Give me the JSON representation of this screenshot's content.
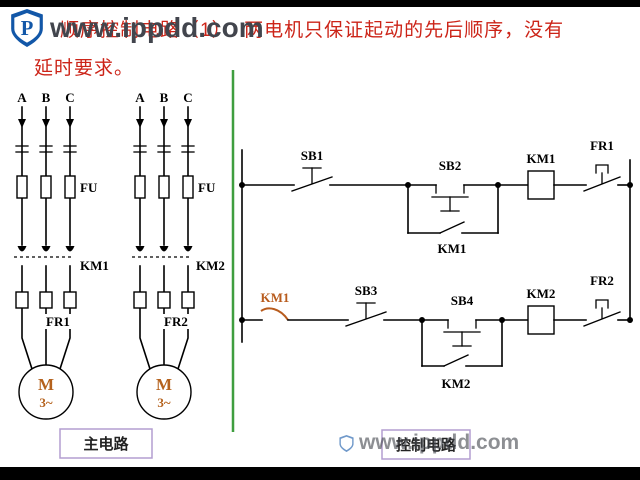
{
  "watermark": {
    "text": "www.ippdd.com",
    "logo_letter": "P"
  },
  "title": {
    "line1": "顺序控制电路（1）. 两电机只保证起动的先后顺序，没有",
    "line2": "延时要求。"
  },
  "main_circuit": {
    "caption": "主电路",
    "phases": [
      "A",
      "B",
      "C"
    ],
    "branch1": {
      "fuse": "FU",
      "contactor": "KM1",
      "relay": "FR1",
      "motor_letter": "M",
      "motor_phase": "3~"
    },
    "branch2": {
      "fuse": "FU",
      "contactor": "KM2",
      "relay": "FR2",
      "motor_letter": "M",
      "motor_phase": "3~"
    }
  },
  "control_circuit": {
    "caption": "控制电路",
    "rung1": {
      "stop_button": "SB1",
      "start_button": "SB2",
      "hold_contact": "KM1",
      "coil": "KM1",
      "thermal_contact": "FR1"
    },
    "rung2": {
      "interlock_contact": "KM1",
      "stop_button": "SB3",
      "start_button": "SB4",
      "hold_contact": "KM2",
      "coil": "KM2",
      "thermal_contact": "FR2"
    }
  },
  "colors": {
    "title_red": "#cc2418",
    "divider_green": "#3f9e3f",
    "accent_orange": "#b85c1e",
    "watermark_gray": "#42454d",
    "logo_blue": "#1257a8",
    "caption_border": "#b39dd0"
  }
}
